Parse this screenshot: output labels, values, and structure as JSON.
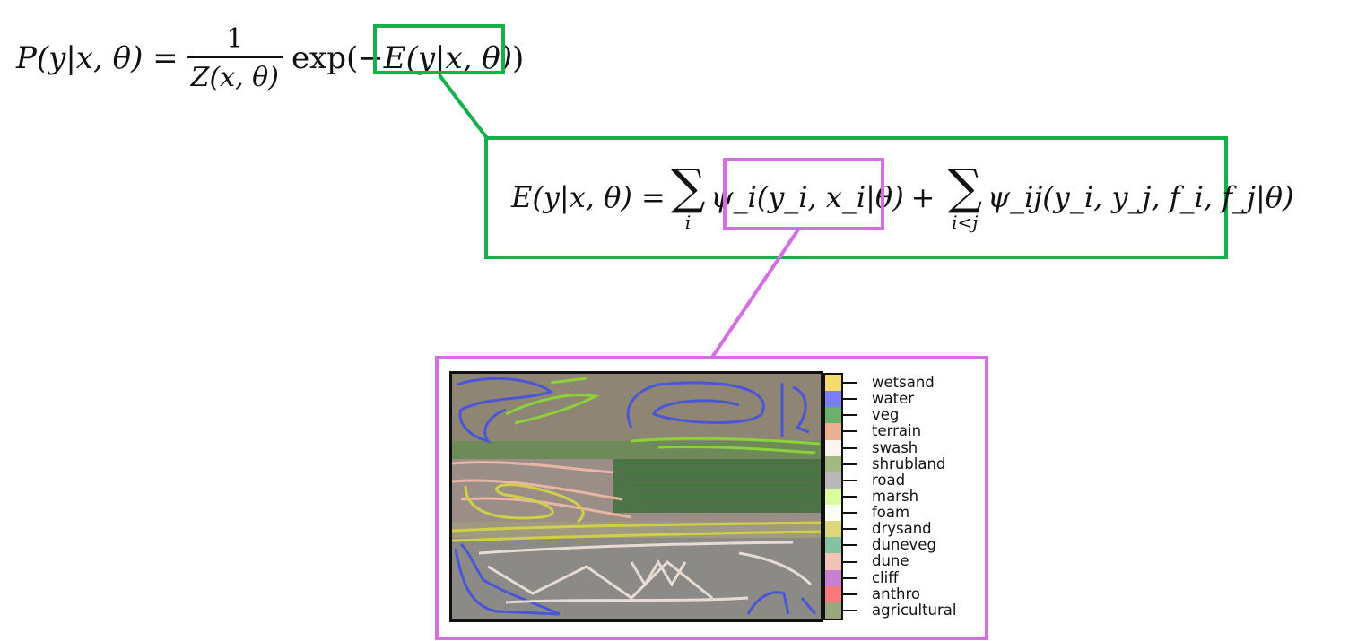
{
  "equations": {
    "probability": {
      "lhs": "P(y|x, θ) =",
      "numerator": "1",
      "denominator": "Z(x, θ)",
      "exp_open": "exp(−",
      "energy": "E(y|x, θ)",
      "exp_close": ")"
    },
    "energy": {
      "lhs": "E(y|x, θ) =",
      "sum1_symbol": "∑",
      "sum1_sub": "i",
      "unary": "ψ_i(y_i, x_i|θ)",
      "plus": "+",
      "sum2_symbol": "∑",
      "sum2_sub": "i<j",
      "pairwise": "ψ_ij(y_i, y_j, f_i, f_j|θ)"
    }
  },
  "colors": {
    "green_box": "#14b04c",
    "violet_box": "#d56ee3"
  },
  "legend": {
    "classes": [
      {
        "label": "wetsand",
        "color": "#f4dc6a"
      },
      {
        "label": "water",
        "color": "#7b7ef7"
      },
      {
        "label": "veg",
        "color": "#6bb06b"
      },
      {
        "label": "terrain",
        "color": "#eab08f"
      },
      {
        "label": "swash",
        "color": "#fbf4f1"
      },
      {
        "label": "shrubland",
        "color": "#a4b882"
      },
      {
        "label": "road",
        "color": "#b9b9b9"
      },
      {
        "label": "marsh",
        "color": "#dcff9e"
      },
      {
        "label": "foam",
        "color": "#fafff5"
      },
      {
        "label": "drysand",
        "color": "#dcd87a"
      },
      {
        "label": "duneveg",
        "color": "#86c2a2"
      },
      {
        "label": "dune",
        "color": "#f3c2b6"
      },
      {
        "label": "cliff",
        "color": "#c77fcf"
      },
      {
        "label": "anthro",
        "color": "#f77a7a"
      },
      {
        "label": "agricultural",
        "color": "#9aa67e"
      }
    ]
  }
}
